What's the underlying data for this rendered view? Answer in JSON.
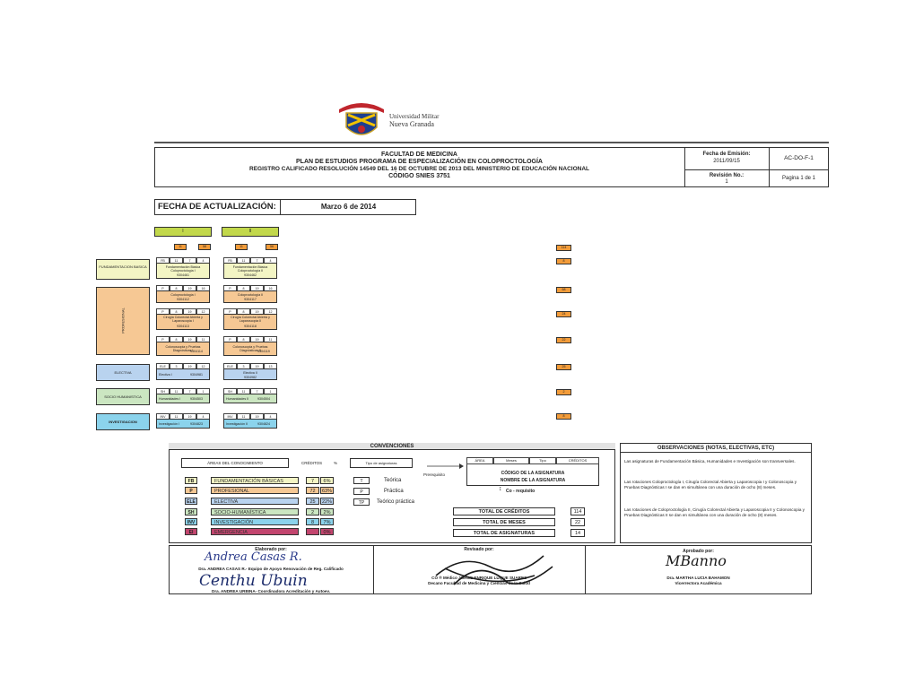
{
  "logo": {
    "line1": "Universidad Militar",
    "line2": "Nueva Granada"
  },
  "header": {
    "line1": "FACULTAD DE MEDICINA",
    "line2": "PLAN DE ESTUDIOS PROGRAMA DE ESPECIALIZACIÓN EN COLOPROCTOLOGÍA",
    "line3": "REGISTRO CALIFICADO RESOLUCIÓN 14549 DEL 16 DE OCTUBRE DE 2013 DEL MINISTERIO DE EDUCACIÓN NACIONAL",
    "line4": "CÓDIGO SNIES 3751",
    "fecha_emision_label": "Fecha de Emisión:",
    "fecha_emision_value": "2011/09/15",
    "revision_label": "Revisión No.:",
    "revision_value": "1",
    "code": "AC-DO-F-1",
    "pagina": "Pagina 1 de 1"
  },
  "update": {
    "label": "FECHA DE ACTUALIZACIÓN:",
    "value": "Marzo 6 de 2014"
  },
  "semesters": [
    {
      "label": "I",
      "months": "11",
      "credits": "58"
    },
    {
      "label": "II",
      "months": "11",
      "credits": "56"
    }
  ],
  "areas": {
    "fb": "FUNDAMENTACION BASICA",
    "p": "PROFESIONAL",
    "ele": "ELECTIVA",
    "sh": "SOCIO HUMANISTICA",
    "inv": "INVESTIGACION"
  },
  "courses": {
    "fb1": {
      "c": [
        "FB",
        "11",
        "7",
        "4"
      ],
      "name": "Fundamentación Básica Coloproctología I",
      "code": "9304461"
    },
    "fb2": {
      "c": [
        "FB",
        "11",
        "7",
        "4"
      ],
      "name": "Fundamentación Básica Coloproctología II",
      "code": "9304462"
    },
    "p1a": {
      "c": [
        "P",
        "8",
        "19",
        "16"
      ],
      "name": "Coloproctología I",
      "code": "9304112"
    },
    "p2a": {
      "c": [
        "P",
        "8",
        "19",
        "16"
      ],
      "name": "Coloproctología II",
      "code": "9304117"
    },
    "p1b": {
      "c": [
        "P",
        "8",
        "19",
        "12"
      ],
      "name": "Cirugía Colorectal Abierta y Laparoscopia I",
      "code": "9304113"
    },
    "p2b": {
      "c": [
        "P",
        "8",
        "19",
        "12"
      ],
      "name": "Cirugía Colorectal Abierta y Laparoscopia II",
      "code": "9304118"
    },
    "p1c": {
      "c": [
        "P",
        "8",
        "19",
        "11"
      ],
      "name": "Colonoscopia y Pruebas Diagnósticas I",
      "code": "9304114"
    },
    "p2c": {
      "c": [
        "P",
        "8",
        "19",
        "11"
      ],
      "name": "Colonoscopia y Pruebas Diagnósticas II",
      "code": "9304119"
    },
    "e1": {
      "c": [
        "ELE",
        "3",
        "19",
        "12"
      ],
      "name": "Electiva I",
      "code": "9304981"
    },
    "e2": {
      "c": [
        "ELE",
        "3",
        "19",
        "13"
      ],
      "name": "Electiva II",
      "code": "9304982"
    },
    "s1": {
      "c": [
        "SH",
        "11",
        "7",
        "1"
      ],
      "name": "Humanidades I",
      "code": "9304503"
    },
    "s2": {
      "c": [
        "SH",
        "11",
        "7",
        "1"
      ],
      "name": "Humanidades II",
      "code": "9304504"
    },
    "i1": {
      "c": [
        "INV",
        "11",
        "19",
        "4"
      ],
      "name": "Investigación I",
      "code": "9304823"
    },
    "i2": {
      "c": [
        "INV",
        "11",
        "19",
        "4"
      ],
      "name": "Investigación II",
      "code": "9304824"
    }
  },
  "totals_right": [
    "114",
    "8",
    "68",
    "24",
    "22",
    "25",
    "2",
    "8"
  ],
  "convenciones": {
    "title": "CONVENCIONES",
    "areas_header": "ÁREAS DEL CONOCIMIENTO",
    "creditos_header": "CRÉDITOS",
    "pct_header": "%",
    "tipo_header": "Tipo de asignaturas",
    "rows": [
      {
        "code": "FB",
        "name": "FUNDAMENTACIÓN BÁSICAS",
        "cred": "7",
        "pct": "6%",
        "color": "#f3f5c4"
      },
      {
        "code": "P",
        "name": "PROFESIONAL",
        "cred": "72",
        "pct": "63%",
        "color": "#f6c894"
      },
      {
        "code": "ELE",
        "name": "ELECTIVA",
        "cred": "25",
        "pct": "22%",
        "color": "#b9d3ef"
      },
      {
        "code": "SH",
        "name": "SOCIO-HUMANÍSTICA",
        "cred": "2",
        "pct": "2%",
        "color": "#cbe6c1"
      },
      {
        "code": "INV",
        "name": "INVESTIGACIÓN",
        "cred": "8",
        "pct": "7%",
        "color": "#8bd3ec"
      },
      {
        "code": "EI",
        "name": "EMERGENCIA",
        "cred": "",
        "pct": "0%",
        "color": "#c2456e"
      }
    ],
    "tipos": [
      {
        "code": "T",
        "name": "Teórica"
      },
      {
        "code": "P",
        "name": "Práctica"
      },
      {
        "code": "TP",
        "name": "Teórico práctica"
      }
    ],
    "prerequisito": "Prerequisito",
    "key_cols": [
      "ÁREA",
      "Meses",
      "Tipo",
      "CRÉDITOS"
    ],
    "key_code": "CÓDIGO DE LA ASIGNATURA",
    "key_name": "NOMBRE DE LA ASIGNATURA",
    "correquisito": "Co - requisito",
    "totals": [
      {
        "label": "TOTAL DE CRÉDITOS",
        "value": "114"
      },
      {
        "label": "TOTAL DE MESES",
        "value": "22"
      },
      {
        "label": "TOTAL DE ASIGNATURAS",
        "value": "14"
      }
    ]
  },
  "observaciones": {
    "title": "OBSERVACIONES (NOTAS, ELECTIVAS, ETC)",
    "p1": "Las asignaturas de Fundamentación Básica, Humanidades e Investigación son transversales.",
    "p2": "Las rotaciones Coloproctología I, Cirugía Colorectal Abierta y Laparoscopia I y Colonoscopia y Pruebas Diagnósticas I se dan en simultánea con una duración de ocho (8) meses.",
    "p3": "Las rotaciones de Coloproctología II, Cirugía Colorectal Abierta y Laparoscopia II y Colonoscopia y Pruebas Diagnósticas II se dan en simultánea con una duración de ocho (8) meses."
  },
  "signatures": {
    "elaborado_label": "Elaborado por:",
    "elaborado_sig": "Andrea Casas R.",
    "elaborado_1": "Dra. ANDREA CASAS R.- Equipo de Apoyo Renovación de Reg. Calificado",
    "elaborado_sig2": "Centhu Ubuin",
    "elaborado_2": "Dra. ANDREA URBINA- Coordinadora Acreditación y Autoev.",
    "revisado_label": "Revisado por:",
    "revisado_1": "CO ® Médico JORGE ENRIQUE LUQUE SUAREZ",
    "revisado_2": "Decano Facultad de Medicina y Ciencias de la Salud",
    "aprobado_label": "Aprobado por:",
    "aprobado_sig": "MBanno",
    "aprobado_1": "Dra. MARTHA LUCIA BAHAMON",
    "aprobado_2": "Vicerrectora Académica"
  }
}
